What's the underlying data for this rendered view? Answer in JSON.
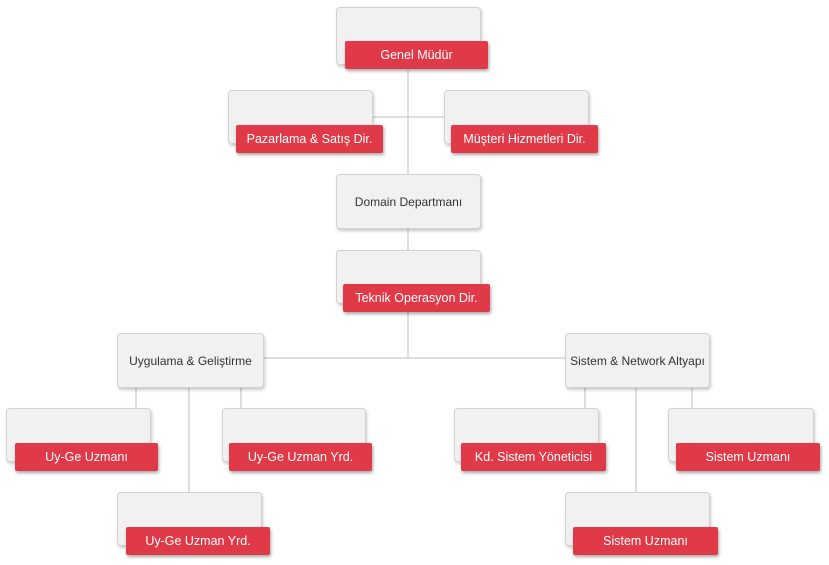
{
  "chart": {
    "nodes": {
      "genel_mudur": "Genel Müdür",
      "pazarlama": "Pazarlama & Satış Dir.",
      "musteri": "Müşteri Hizmetleri Dir.",
      "domain": "Domain Departmanı",
      "teknik": "Teknik Operasyon Dir.",
      "uygulama": "Uygulama & Geliştirme",
      "sistem_network": "Sistem & Network Altyapı",
      "uyge_uzmani": "Uy-Ge Uzmanı",
      "uyge_yrd_1": "Uy-Ge Uzman Yrd.",
      "uyge_yrd_2": "Uy-Ge Uzman Yrd.",
      "kd_sistem": "Kd. Sistem Yöneticisi",
      "sistem_uzmani_1": "Sistem Uzmanı",
      "sistem_uzmani_2": "Sistem Uzmanı"
    },
    "colors": {
      "accent": "#e03a48",
      "card": "#f1f1f1",
      "line": "#bdbdbd"
    }
  }
}
